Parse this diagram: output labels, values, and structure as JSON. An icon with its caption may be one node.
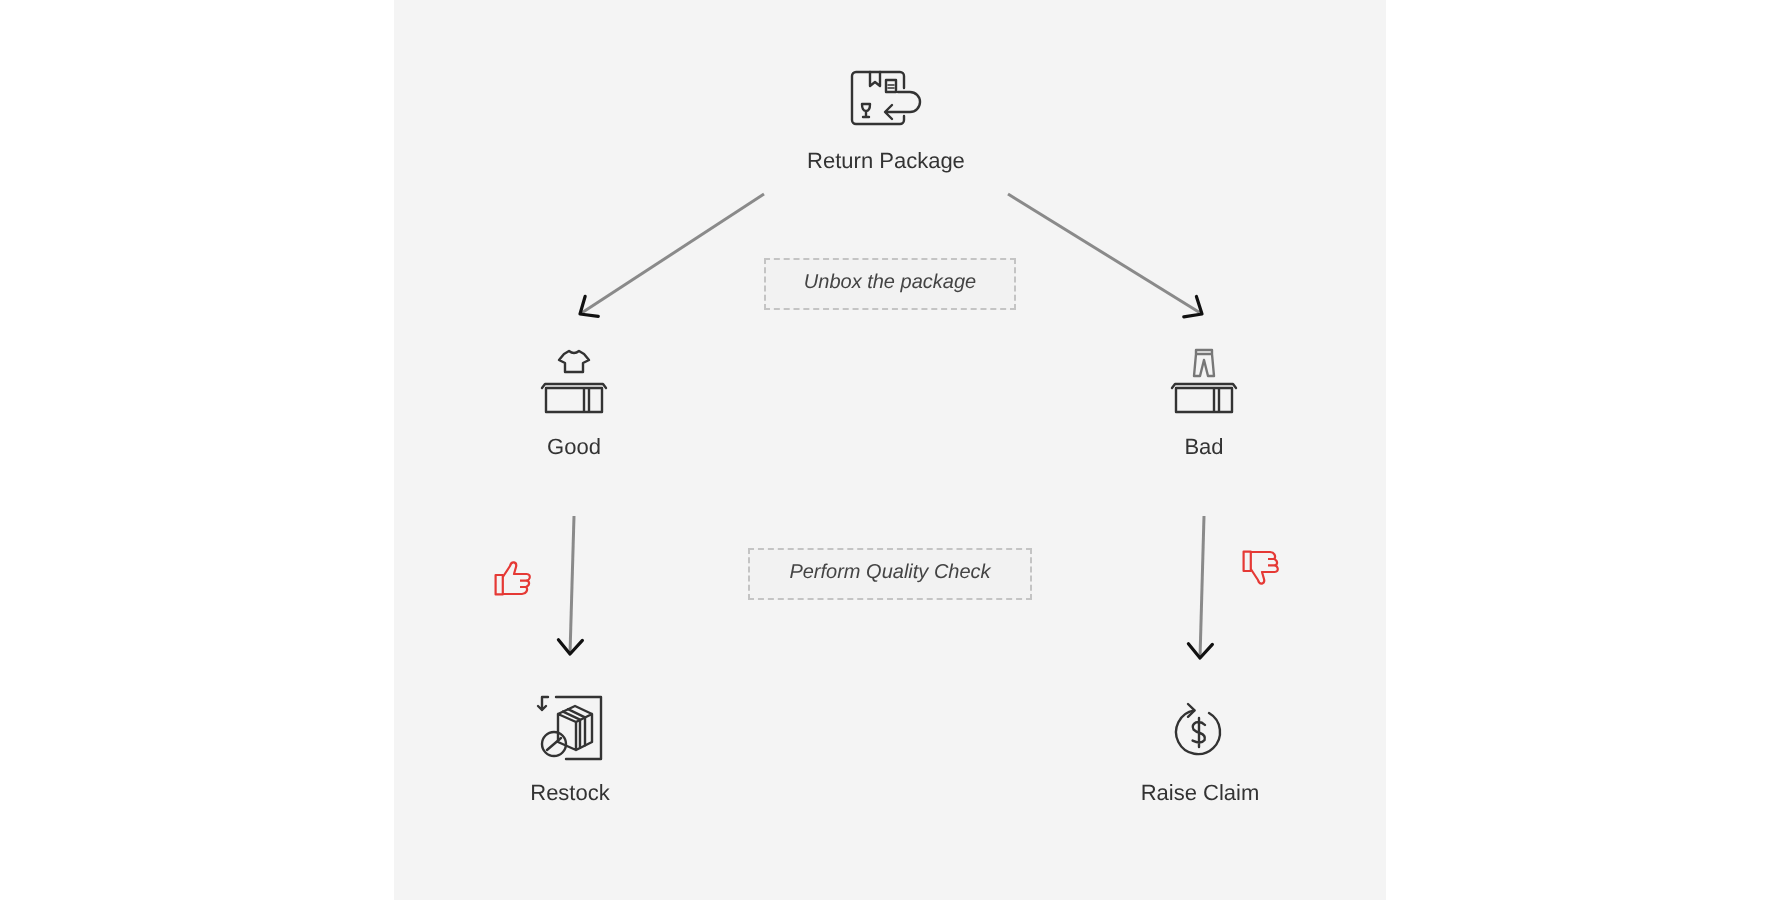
{
  "diagram": {
    "nodes": [
      {
        "text": [
          "Return Package"
        ]
      },
      {
        "text": [
          "Unbox the package"
        ]
      },
      {
        "text": [
          "Good"
        ]
      },
      {
        "text": [
          "Bad"
        ]
      },
      {
        "text": [
          "Perform Quality Check"
        ]
      },
      {
        "text": [
          "Restock"
        ]
      },
      {
        "text": [
          "Raise Claim"
        ]
      }
    ],
    "edges": [
      {
        "from": 0,
        "to": 2,
        "arrow": "to"
      },
      {
        "from": 0,
        "to": 3,
        "arrow": "to"
      },
      {
        "from": 2,
        "to": 5,
        "arrow": "to"
      },
      {
        "from": 3,
        "to": 6,
        "arrow": "to"
      }
    ]
  }
}
